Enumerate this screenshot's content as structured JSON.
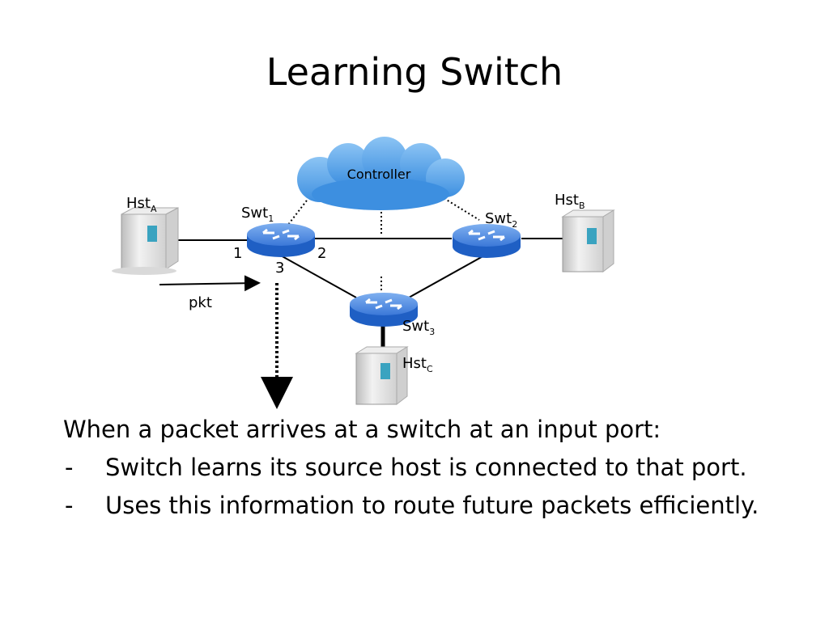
{
  "slide": {
    "title": "Learning Switch"
  },
  "diagram": {
    "controller": "Controller",
    "hosts": [
      {
        "base": "Hst",
        "sub": "A"
      },
      {
        "base": "Hst",
        "sub": "B"
      },
      {
        "base": "Hst",
        "sub": "C"
      }
    ],
    "switches": [
      {
        "base": "Swt",
        "sub": "1"
      },
      {
        "base": "Swt",
        "sub": "2"
      },
      {
        "base": "Swt",
        "sub": "3"
      }
    ],
    "ports": [
      "1",
      "2",
      "3"
    ],
    "packet": "pkt"
  },
  "text": {
    "intro": "When a packet arrives at a switch at an input port:",
    "bullets": [
      {
        "dash": "-",
        "text": "Switch learns its source host is connected to that port."
      },
      {
        "dash": "-",
        "text": "Uses this information to route future packets efficiently."
      }
    ]
  },
  "colors": {
    "cloud": "#4a9be8",
    "switch_body": "#2d6ed0",
    "switch_top": "#4f8ee6",
    "server_body": "#e6e6e6",
    "server_screen": "#3aa3c0"
  }
}
